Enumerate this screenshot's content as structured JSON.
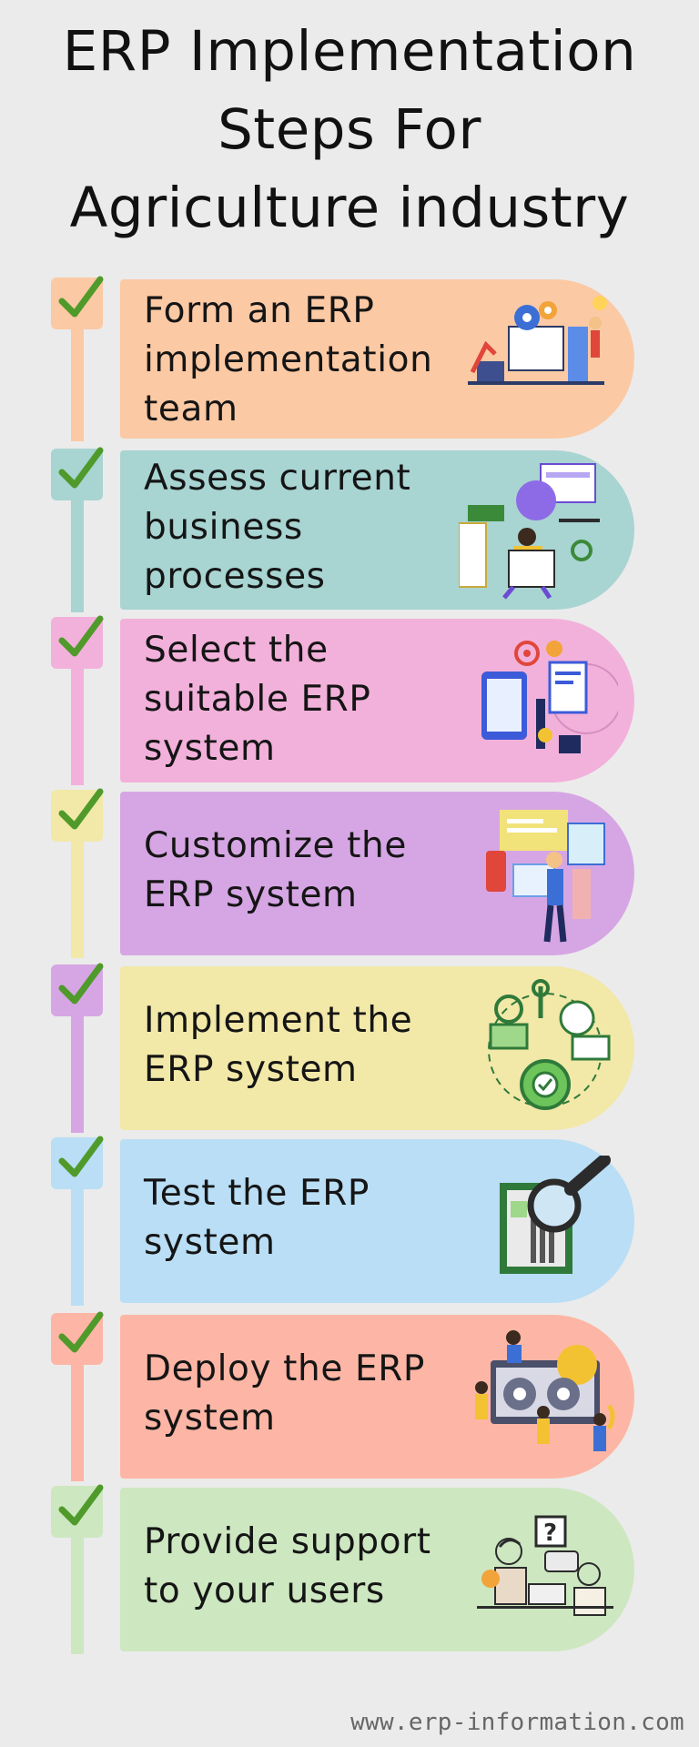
{
  "title": {
    "line1": "ERP Implementation",
    "line2": "Steps For",
    "line3": "Agriculture industry"
  },
  "steps": [
    {
      "lines": [
        "Form an ERP",
        "implementation",
        "team"
      ],
      "color": "#fbc9a4",
      "accent": "#fbc9a4",
      "icon": "team-gears-robot-icon"
    },
    {
      "lines": [
        "Assess current",
        "business",
        "processes"
      ],
      "color": "#a8d4d2",
      "accent": "#a8d4d2",
      "icon": "analyst-at-desk-icon"
    },
    {
      "lines": [
        "Select the",
        "suitable ERP",
        "system"
      ],
      "color": "#f2b1da",
      "accent": "#f2b1da",
      "icon": "selection-tablet-icon"
    },
    {
      "lines": [
        "Customize the",
        "ERP system"
      ],
      "color": "#d6a6e4",
      "accent": "#f2e8a8",
      "icon": "customize-code-icon"
    },
    {
      "lines": [
        "Implement the",
        "ERP system"
      ],
      "color": "#f2e8a8",
      "accent": "#d6a6e4",
      "icon": "implement-gear-cycle-icon"
    },
    {
      "lines": [
        "Test the ERP",
        "system"
      ],
      "color": "#b9def5",
      "accent": "#b9def5",
      "icon": "magnifier-report-icon"
    },
    {
      "lines": [
        "Deploy the ERP",
        "system"
      ],
      "color": "#fdb6a5",
      "accent": "#fdb6a5",
      "icon": "deploy-team-gears-icon"
    },
    {
      "lines": [
        "Provide support",
        "to your users"
      ],
      "color": "#cde7c1",
      "accent": "#cde7c1",
      "icon": "support-chat-icon"
    }
  ],
  "check_color": "#4f9a2a",
  "footer": "www.erp-information.com"
}
